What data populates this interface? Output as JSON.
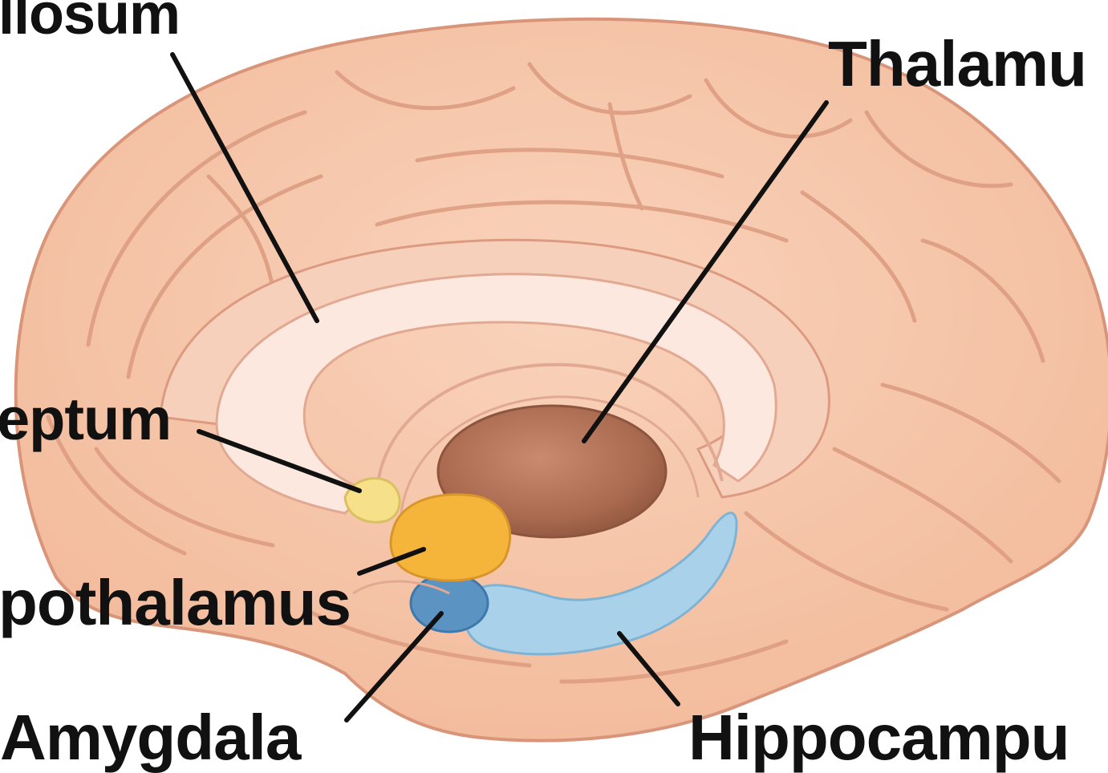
{
  "labels": {
    "corpus_callosum": "llosum",
    "thalamus": "Thalamu",
    "septum": "eptum",
    "hypothalamus": "pothalamus",
    "amygdala": "Amygdala",
    "hippocampus": "Hippocampu"
  },
  "colors": {
    "cortex": "#f6c6a8",
    "cortex_outline": "#d9957a",
    "callosum": "#fce5dc",
    "thalamus": "#a96a50",
    "septum": "#f7e08a",
    "hypothalamus": "#f4b53a",
    "amygdala": "#5b93c3",
    "hippocampus": "#a9d2ea",
    "leader_line": "#111111"
  }
}
